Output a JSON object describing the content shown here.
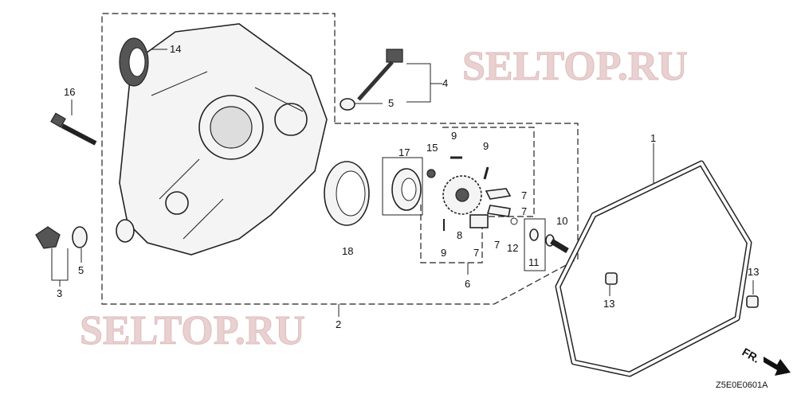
{
  "watermark": "SELTOP.RU",
  "diagram_code": "Z5E0E0601A",
  "direction_label": "FR.",
  "callouts": {
    "c1": "1",
    "c2": "2",
    "c3": "3",
    "c4": "4",
    "c5a": "5",
    "c5b": "5",
    "c6": "6",
    "c7a": "7",
    "c7b": "7",
    "c7c": "7",
    "c7d": "7",
    "c8": "8",
    "c9a": "9",
    "c9b": "9",
    "c9c": "9",
    "c10": "10",
    "c11": "11",
    "c12": "12",
    "c13a": "13",
    "c13b": "13",
    "c14": "14",
    "c15": "15",
    "c16": "16",
    "c17": "17",
    "c18": "18"
  }
}
